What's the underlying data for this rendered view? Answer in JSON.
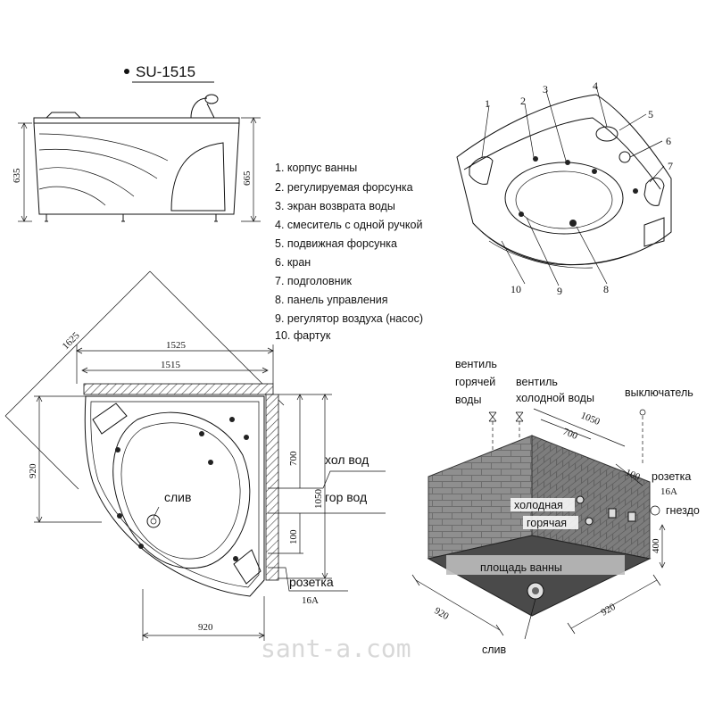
{
  "model": "SU-1515",
  "side_view": {
    "dim_left": "635",
    "dim_right": "665"
  },
  "parts": [
    "1. корпус ванны",
    "2. регулируемая форсунка",
    "3. экран возврата воды",
    "4. смеситель с одной ручкой",
    "5. подвижная форсунка",
    "6. кран",
    "7. подголовник",
    "8. панель управления",
    "9. регулятор воздуха (насос)",
    "10. фартук"
  ],
  "callouts": [
    "1",
    "2",
    "3",
    "4",
    "5",
    "6",
    "7",
    "10",
    "9",
    "8"
  ],
  "plan_view": {
    "dim_diag": "1625",
    "dim_outer": "1525",
    "dim_inner": "1515",
    "dim_side": "920",
    "dim_bottom": "920",
    "dim_700": "700",
    "dim_1050": "1050",
    "dim_100": "100",
    "label_cold": "хол вод",
    "label_hot": "гор вод",
    "label_drain": "слив",
    "label_socket": "розетка",
    "label_socket_rating": "16А"
  },
  "install_view": {
    "valve_hot": [
      "вентиль",
      "горячей",
      "воды"
    ],
    "valve_cold": [
      "вентиль",
      "холодной воды"
    ],
    "switch": "выключатель",
    "dim_1050": "1050",
    "dim_700": "700",
    "dim_100": "100",
    "socket": "розетка",
    "socket_rating": "16А",
    "cold": "холодная",
    "hot": "горячая",
    "jack": "гнездо",
    "dim_400": "400",
    "area": "площадь ванны",
    "dim_920_left": "920",
    "dim_920_right": "920",
    "drain": "слив"
  },
  "watermark": "sant-a.com"
}
